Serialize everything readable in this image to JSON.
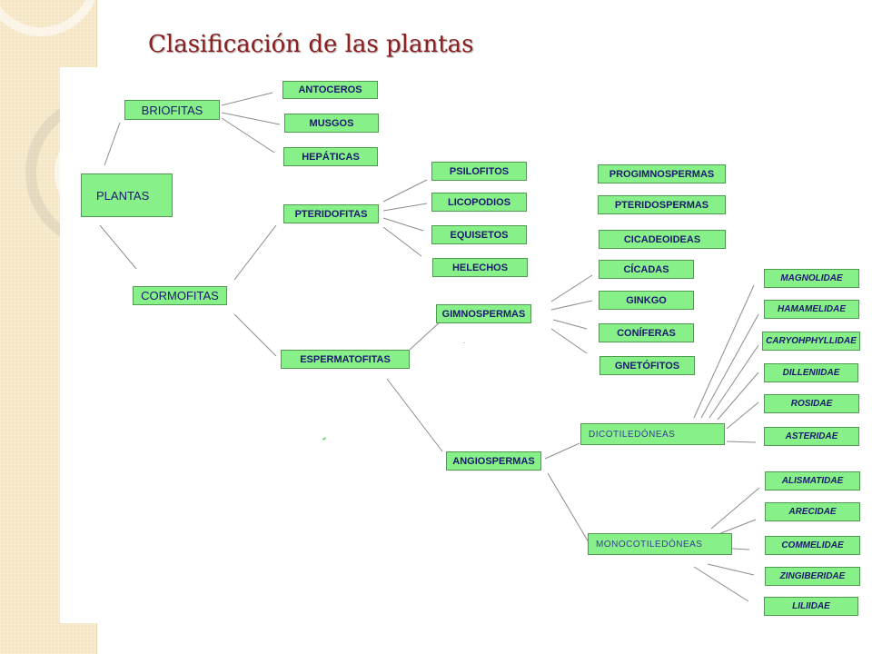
{
  "title": "Clasificación de las plantas",
  "nodes": {
    "plantas": "PLANTAS",
    "briofitas": "BRIOFITAS",
    "cormofitas": "CORMOFITAS",
    "antoceros": "ANTOCEROS",
    "musgos": "MUSGOS",
    "hepaticas": "HEPÁTICAS",
    "pteridofitas": "PTERIDOFITAS",
    "espermatofitas": "ESPERMATOFITAS",
    "psilofitos": "PSILOFITOS",
    "licopodios": "LICOPODIOS",
    "equisetos": "EQUISETOS",
    "helechos": "HELECHOS",
    "gimnospermas": "GIMNOSPERMAS",
    "angiospermas": "ANGIOSPERMAS",
    "progimnospermas": "PROGIMNOSPERMAS",
    "pteridospermas": "PTERIDOSPERMAS",
    "cicadeoideas": "CICADEOIDEAS",
    "cicadas": "CÍCADAS",
    "ginkgo": "GINKGO",
    "coniferas": "CONÍFERAS",
    "gnetofitos": "GNETÓFITOS",
    "dicotiledoneas": "DICOTILEDÓNEAS",
    "monocotiledoneas": "MONOCOTILEDÓNEAS",
    "magnolidae": "MAGNOLIDAE",
    "hamamelidae": "HAMAMELIDAE",
    "caryohphyllidae": "CARYOHPHYLLIDAE",
    "dilleniidae": "DILLENIIDAE",
    "rosidae": "ROSIDAE",
    "asteridae": "ASTERIDAE",
    "alismatidae": "ALISMATIDAE",
    "arecidae": "ARECIDAE",
    "commelidae": "COMMELIDAE",
    "zingiberidae": "ZINGIBERIDAE",
    "liliidae": "LILIIDAE"
  },
  "colors": {
    "node_fill": "#88f088",
    "node_border": "#4f9a4f",
    "node_text": "#1a1a6e",
    "title_text": "#8b1e1e",
    "connector": "#8c8c8c",
    "side_panel": "#f5e5c0"
  }
}
